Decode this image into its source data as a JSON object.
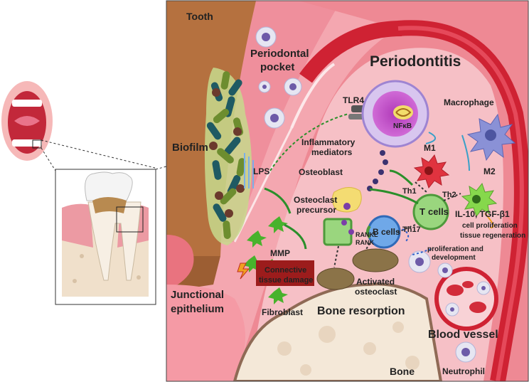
{
  "labels": {
    "tooth": "Tooth",
    "periodontal_pocket_1": "Periodontal",
    "periodontal_pocket_2": "pocket",
    "periodontitis": "Periodontitis",
    "biofilm": "Biofilm",
    "tlr4": "TLR4",
    "nfkb": "NFκB",
    "macrophage": "Macrophage",
    "lps": "LPS",
    "inflammatory_1": "Inflammatory",
    "inflammatory_2": "mediators",
    "m1": "M1",
    "m2": "M2",
    "osteoblast": "Osteoblast",
    "osteoclast_precursor_1": "Osteoclast",
    "osteoclast_precursor_2": "precursor",
    "th1": "Th1",
    "th2": "Th2",
    "t_cells_1": "T",
    "t_cells_2": "cells",
    "il10": "IL-10, TGF-β1",
    "cell_prolif": "cell proliferation",
    "tissue_regen": "tissue regeneration",
    "b_cells": "B cells",
    "rankl": "RANKL",
    "rank": "RANK",
    "th17": "Th17",
    "mmp": "MMP",
    "connective_1": "Connective",
    "connective_2": "tissue damage",
    "prolif_1": "proliferation and",
    "prolif_2": "development",
    "activated_1": "Activated",
    "activated_2": "osteoclast",
    "junctional_1": "Junctional",
    "junctional_2": "epithelium",
    "fibroblast": "Fibroblast",
    "bone_resorption": "Bone resorption",
    "blood_vessel": "Blood vessel",
    "bone": "Bone",
    "neutrophil": "Neutrophil"
  },
  "colors": {
    "tooth": "#b5713f",
    "gum": "#f3a6ad",
    "gum_dark": "#e57a86",
    "vessel": "#cf2233",
    "bone": "#f4e8d8",
    "bone_resorption": "#d92e3a",
    "macrophage": "#8a91d6",
    "m1": "#e0333f",
    "m2": "#86d84c",
    "t_cell": "#9ad67e",
    "b_cell": "#6fa8e8",
    "nucleus": "#c74cc9",
    "osteoblast": "#f4dc72",
    "damage_box": "#9c1c1c"
  },
  "icons": [
    "mouth-icon",
    "tooth-icon",
    "neutrophil-icon",
    "bacteria-icon",
    "tlr4-receptor-icon",
    "macrophage-icon",
    "t-cell-icon",
    "b-cell-icon",
    "osteoclast-icon",
    "fibroblast-icon",
    "red-blood-cell-icon",
    "lightning-icon"
  ]
}
